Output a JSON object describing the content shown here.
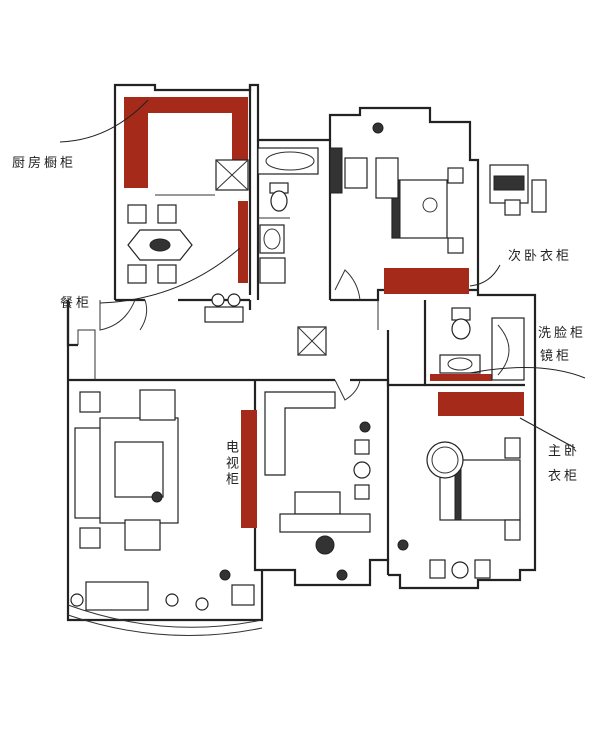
{
  "labels": {
    "kitchen_cabinet": "厨房橱柜",
    "dining_cabinet": "餐柜",
    "tv_cabinet": "电视柜",
    "second_bedroom_wardrobe": "次卧衣柜",
    "washbasin_cabinet": "洗脸柜",
    "mirror_cabinet": "镜柜",
    "master_bedroom_line1": "主卧",
    "master_bedroom_line2": "衣柜"
  },
  "colors": {
    "cabinet": "#a52a1a",
    "wall": "#222222",
    "background": "#ffffff"
  }
}
